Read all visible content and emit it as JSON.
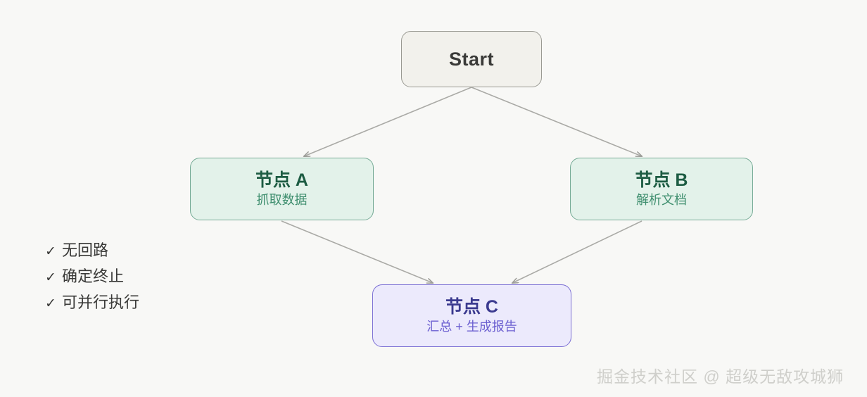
{
  "diagram": {
    "background_color": "#f8f8f6",
    "nodes": [
      {
        "id": "start",
        "title": "Start",
        "subtitle": "",
        "fill": "#f2f1ec",
        "border": "#9a9a93",
        "text_color": "#3a3a38"
      },
      {
        "id": "node-a",
        "title": "节点 A",
        "subtitle": "抓取数据",
        "fill": "#e3f2ea",
        "border": "#76ab96",
        "text_color": "#1d5c43",
        "subtitle_color": "#3e8e6e"
      },
      {
        "id": "node-b",
        "title": "节点 B",
        "subtitle": "解析文档",
        "fill": "#e3f2ea",
        "border": "#76ab96",
        "text_color": "#1d5c43",
        "subtitle_color": "#3e8e6e"
      },
      {
        "id": "node-c",
        "title": "节点 C",
        "subtitle": "汇总 + 生成报告",
        "fill": "#eceafc",
        "border": "#7b6fd4",
        "text_color": "#3b3a8f",
        "subtitle_color": "#6b5fd0"
      }
    ],
    "edges": [
      {
        "from": "start",
        "to": "node-a",
        "color": "#aaaaa6"
      },
      {
        "from": "start",
        "to": "node-b",
        "color": "#aaaaa6"
      },
      {
        "from": "node-a",
        "to": "node-c",
        "color": "#aaaaa6"
      },
      {
        "from": "node-b",
        "to": "node-c",
        "color": "#aaaaa6"
      }
    ],
    "checklist": {
      "mark": "✓",
      "items": [
        "无回路",
        "确定终止",
        "可并行执行"
      ]
    },
    "watermark": "掘金技术社区 @ 超级无敌攻城狮"
  }
}
